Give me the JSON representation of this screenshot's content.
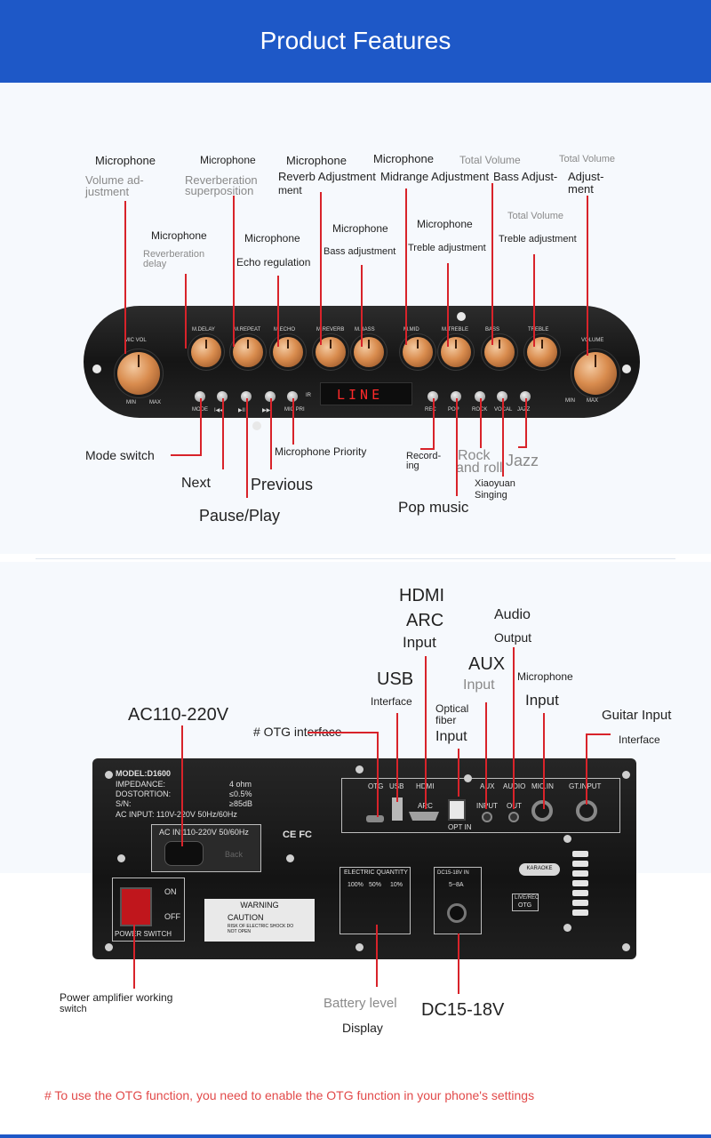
{
  "header": {
    "title": "Product Features"
  },
  "front": {
    "labels": {
      "mic_vol_1": "Microphone",
      "mic_vol_2": "Volume ad-",
      "mic_vol_3": "justment",
      "mic_repeat_1": "Microphone",
      "mic_repeat_2": "Reverberation",
      "mic_repeat_3": "superposition",
      "mic_reverb_1": "Microphone",
      "mic_reverb_2": "Reverb Adjustment",
      "mic_reverb_3": "ment",
      "mic_mid_1": "Microphone",
      "mic_mid_2": "Midrange Adjustment",
      "bass_adj_1": "Total Volume",
      "bass_adj_2": "Bass Adjust-",
      "vol_1": "Total Volume",
      "vol_2": "Adjust-",
      "vol_3": "ment",
      "mic_delay_1": "Microphone",
      "mic_delay_2": "Reverberation",
      "mic_delay_3": "delay",
      "mic_echo_1": "Microphone",
      "mic_echo_2": "Echo regulation",
      "mic_bass_1": "Microphone",
      "mic_bass_2": "Bass adjustment",
      "mic_treble_1": "Microphone",
      "mic_treble_2": "Treble adjustment",
      "treble_1": "Total Volume",
      "treble_2": "Treble adjustment",
      "mode_switch": "Mode switch",
      "next": "Next",
      "previous": "Previous",
      "pause_play": "Pause/Play",
      "mic_priority": "Microphone Priority",
      "recording_1": "Record-",
      "recording_2": "ing",
      "rock_1": "Rock",
      "rock_2": "and roll",
      "jazz": "Jazz",
      "vocal_1": "Xiaoyuan",
      "vocal_2": "Singing",
      "pop": "Pop music"
    },
    "panel": {
      "knobs": [
        "MIC VOL",
        "M.DELAY",
        "M.REPEAT",
        "M.ECHO",
        "M.REVERB",
        "M.BASS",
        "M.MID",
        "M.TREBLE",
        "BASS",
        "TREBLE",
        "VOLUME"
      ],
      "min": "MIN",
      "max": "MAX",
      "display": "LINE",
      "ir": "IR",
      "buttons_left": [
        "MODE",
        "I◀◀",
        "▶II",
        "▶▶I",
        "MIC PRI"
      ],
      "buttons_right": [
        "REC",
        "POP",
        "ROCK",
        "VOCAL",
        "JAZZ"
      ]
    }
  },
  "rear": {
    "labels": {
      "hdmi_1": "HDMI",
      "hdmi_2": "ARC",
      "hdmi_3": "Input",
      "audio_out_1": "Audio",
      "audio_out_2": "Output",
      "usb_1": "USB",
      "usb_2": "Interface",
      "aux_1": "AUX",
      "aux_2": "Input",
      "mic_in_1": "Microphone",
      "mic_in_2": "Input",
      "ac": "AC110-220V",
      "otg": "# OTG interface",
      "optical_1": "Optical",
      "optical_2": "fiber",
      "optical_3": "Input",
      "guitar_1": "Guitar Input",
      "guitar_2": "Interface",
      "power_1": "Power amplifier working",
      "power_2": "switch",
      "battery_1": "Battery level",
      "battery_2": "Display",
      "dc": "DC15-18V"
    },
    "panel": {
      "model": "MODEL:D1600",
      "impedance": "IMPEDANCE:",
      "impedance_val": "4 ohm",
      "distortion": "DOSTORTION:",
      "distortion_val": "≤0.5%",
      "sn": "S/N:",
      "sn_val": "≥85dB",
      "ac_input": "AC INPUT: 110V-220V  50Hz/60Hz",
      "ac_in": "AC IN:110-220V 50/60Hz",
      "back": "Back",
      "ce": "CE FC",
      "ports": [
        "OTG",
        "USB",
        "HDMI",
        "AUX",
        "AUDIO",
        "MIC.IN",
        "GT.INPUT"
      ],
      "arc": "ARC",
      "opt_in": "OPT IN",
      "input": "INPUT",
      "out": "OUT",
      "on": "ON",
      "off": "OFF",
      "power_switch": "POWER SWITCH",
      "warning": "WARNING",
      "caution": "CAUTION",
      "caution_sub": "RISK OF ELECTRIC SHOCK DO NOT OPEN",
      "electric": "ELECTRIC QUANTITY",
      "levels": [
        "100%",
        "50%",
        "10%"
      ],
      "dc_label": "DC15-18V  IN",
      "dc_amp": "5~8A",
      "karaoke": "KARAOKE",
      "live_rec": "LIVE/REC",
      "otg_btn": "OTG"
    }
  },
  "footer_note": "# To use the OTG function, you need to enable the OTG function in your phone's settings"
}
